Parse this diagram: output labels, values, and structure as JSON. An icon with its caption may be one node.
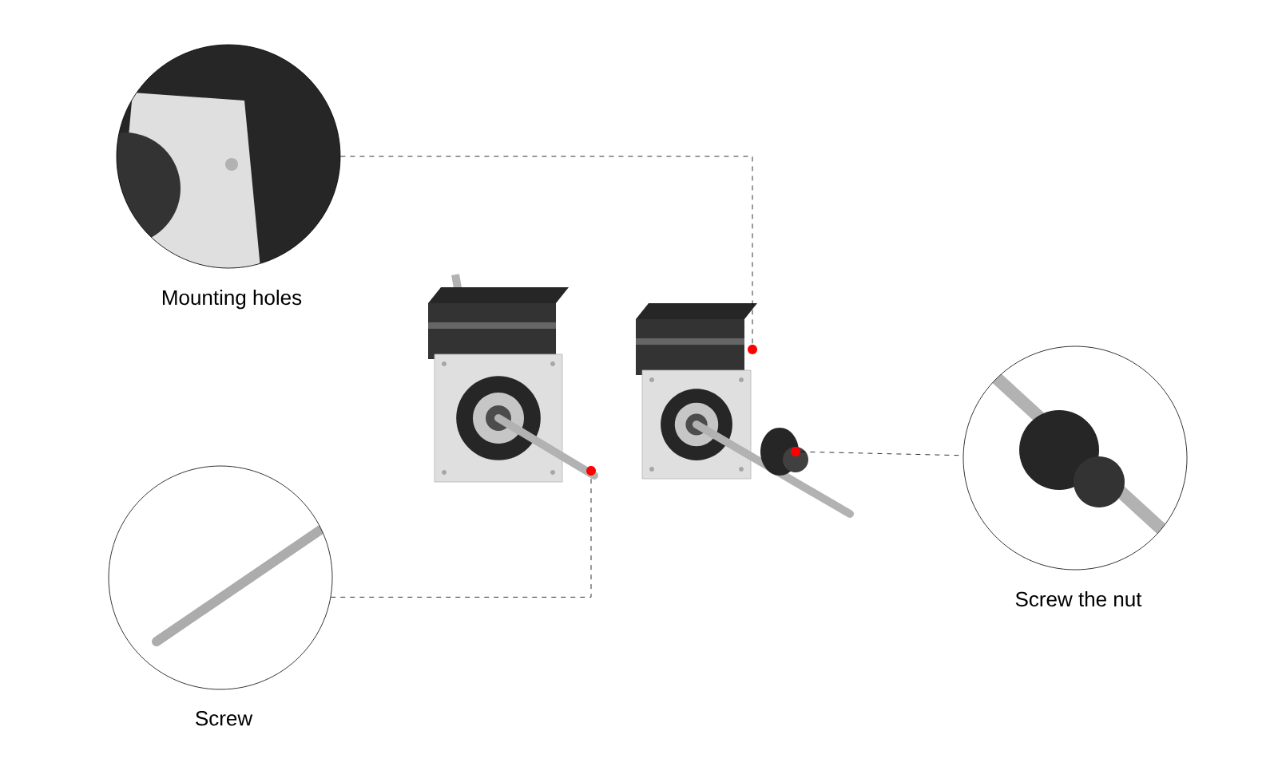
{
  "diagram": {
    "nodes": [
      {
        "text": [
          "Mounting holes"
        ]
      },
      {
        "text": [
          "Screw"
        ]
      },
      {
        "text": [
          "Screw the nut"
        ]
      },
      {
        "text": [],
        "shape": "circle"
      },
      {
        "text": [],
        "shape": "circle"
      },
      {
        "text": [],
        "shape": "circle"
      }
    ],
    "edges": [
      {
        "from": 0,
        "to": 3,
        "arrow": "none",
        "style": "dashed"
      },
      {
        "from": 1,
        "to": 4,
        "arrow": "none",
        "style": "dashed"
      },
      {
        "from": 5,
        "to": 2,
        "arrow": "none",
        "style": "dashed"
      }
    ]
  }
}
